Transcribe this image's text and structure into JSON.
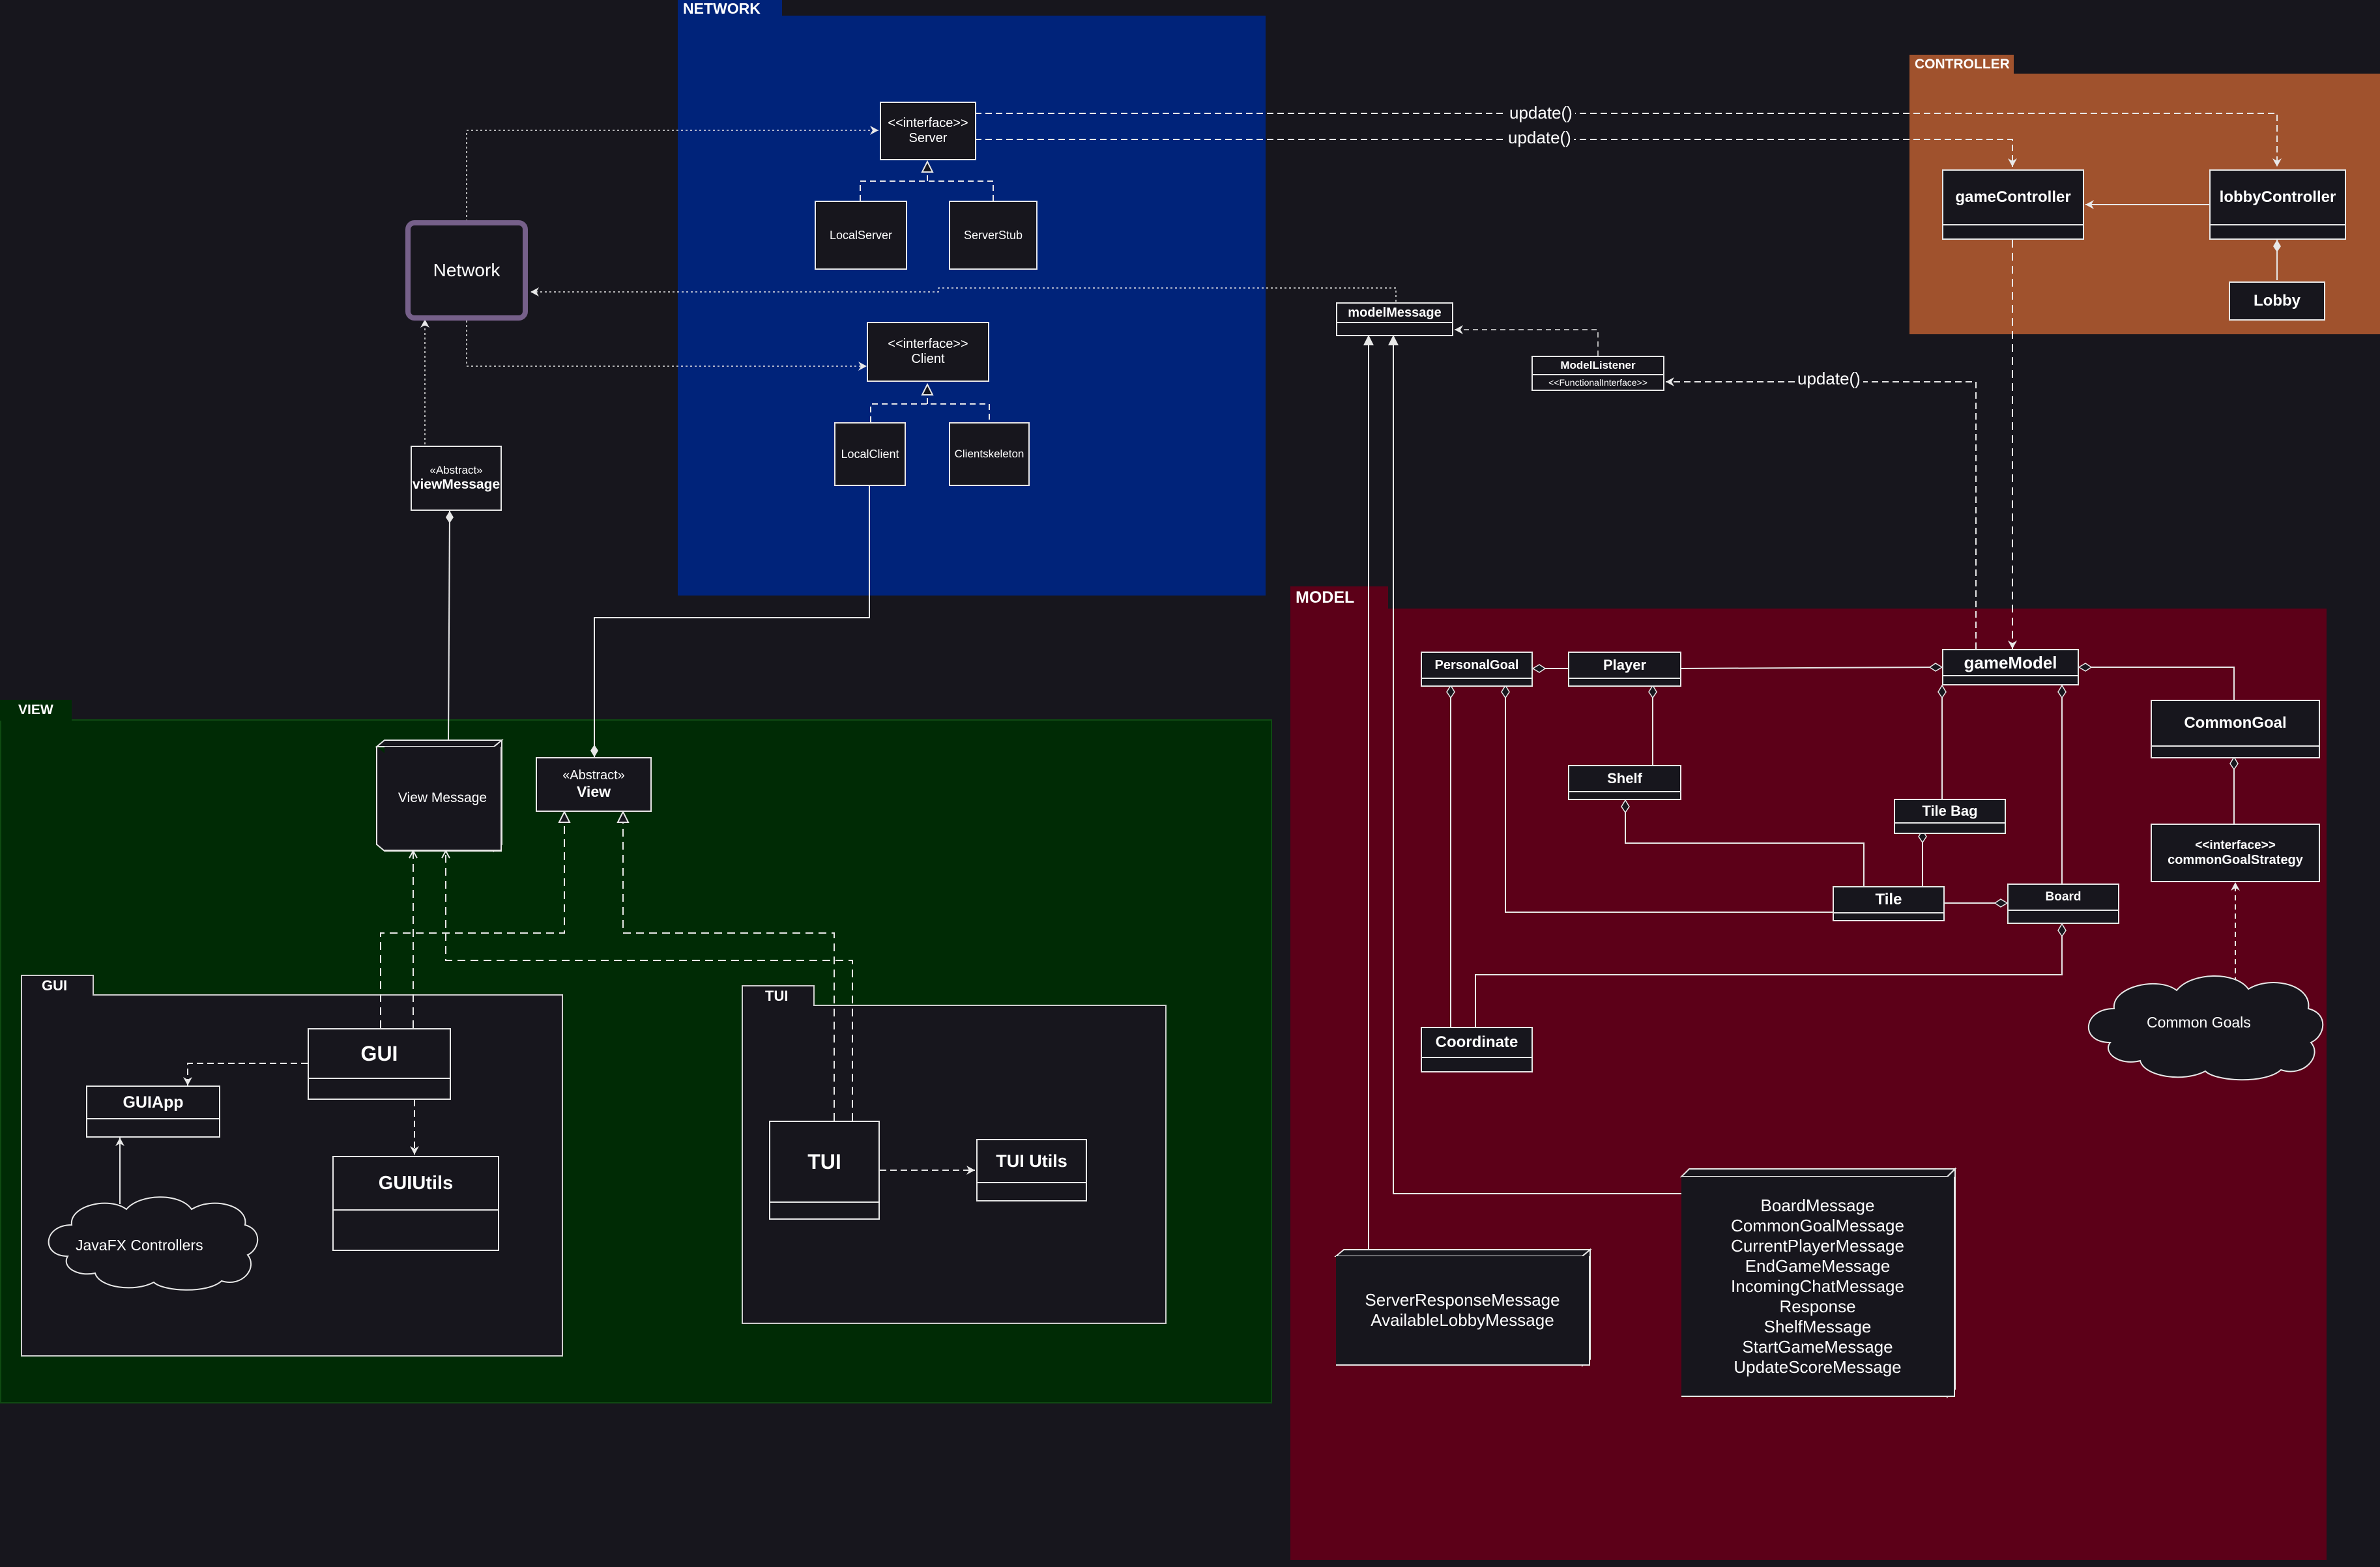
{
  "packages": {
    "network": "NETWORK",
    "controller": "CONTROLLER",
    "model": "MODEL",
    "view": "VIEW",
    "gui": "GUI",
    "tui": "TUI"
  },
  "network_pkg": {
    "server_stereo": "<<interface>>",
    "server_name": "Server",
    "local_server": "LocalServer",
    "server_stub": "ServerStub",
    "client_stereo": "<<interface>>",
    "client_name": "Client",
    "local_client": "LocalClient",
    "client_skeleton": "Clientskeleton"
  },
  "network_node": "Network",
  "view_message_abstract": {
    "stereo": "«Abstract»",
    "name": "viewMessage"
  },
  "controller_pkg": {
    "game_controller": "gameController",
    "lobby_controller": "lobbyController",
    "lobby": "Lobby"
  },
  "edge_labels": {
    "update1": "update()",
    "update2": "update()",
    "update3": "update()"
  },
  "model_message": "modelMessage",
  "model_listener": {
    "name": "ModelListener",
    "stereo": "<<FunctionalInterface>>"
  },
  "model_pkg": {
    "personal_goal": "PersonalGoal",
    "player": "Player",
    "game_model": "gameModel",
    "common_goal": "CommonGoal",
    "shelf": "Shelf",
    "tile_bag": "Tile Bag",
    "tile": "Tile",
    "board": "Board",
    "strategy_stereo": "<<interface>>",
    "strategy_name": "commonGoalStrategy",
    "coordinate": "Coordinate",
    "common_goals": "Common Goals",
    "server_messages": [
      "ServerResponseMessage",
      "AvailableLobbyMessage"
    ],
    "model_messages": [
      "BoardMessage",
      "CommonGoalMessage",
      "CurrentPlayerMessage",
      "EndGameMessage",
      "IncomingChatMessage",
      "Response",
      "ShelfMessage",
      "StartGameMessage",
      "UpdateScoreMessage"
    ]
  },
  "view_pkg": {
    "view_message": "View Message",
    "view_stereo": "«Abstract»",
    "view_name": "View",
    "gui": "GUI",
    "gui_app": "GUIApp",
    "gui_utils": "GUIUtils",
    "javafx": "JavaFX Controllers",
    "tui": "TUI",
    "tui_utils": "TUI Utils"
  },
  "colors": {
    "background": "#17161d",
    "network": "#00237a",
    "controller": "#a0522d",
    "model": "#5c0018",
    "view": "#002b05",
    "network_node_border": "#76608a",
    "line": "#e8e8e8"
  }
}
